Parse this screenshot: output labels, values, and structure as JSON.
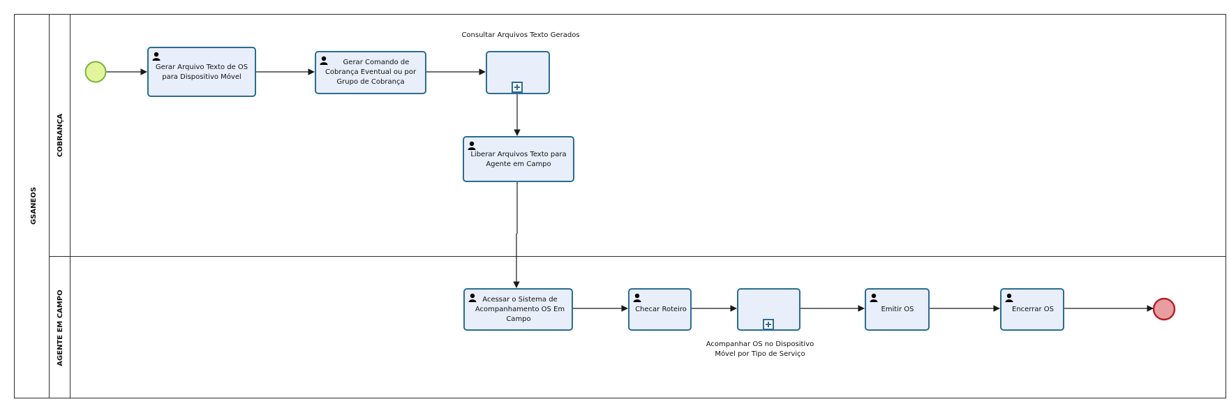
{
  "pool": {
    "label": "GSANEOS"
  },
  "lanes": [
    {
      "label": "COBRANÇA"
    },
    {
      "label": "AGENTE EM CAMPO"
    }
  ],
  "tasks": {
    "gerar_arquivo": [
      "Gerar Arquivo Texto de OS",
      "para Dispositivo Móvel"
    ],
    "gerar_comando": [
      "Gerar Comando de",
      "Cobrança Eventual ou por",
      "Grupo de Cobrança"
    ],
    "consultar": [
      "Consultar Arquivos Texto Gerados"
    ],
    "liberar": [
      "Liberar Arquivos Texto para",
      "Agente em Campo"
    ],
    "acessar": [
      "Acessar o Sistema de",
      "Acompanhamento OS Em",
      "Campo"
    ],
    "checar": [
      "Checar Roteiro"
    ],
    "acompanhar": [
      "Acompanhar OS no Dispositivo",
      "Móvel por Tipo de Serviço"
    ],
    "emitir": [
      "Emitir OS"
    ],
    "encerrar": [
      "Encerrar OS"
    ]
  },
  "colors": {
    "start_fill": "#e3f59a",
    "start_stroke": "#7ab43c",
    "end_fill": "#e89ea0",
    "end_stroke": "#b12329",
    "task_fill": "#e8eefa",
    "task_stroke": "#2a6c93"
  },
  "icons": {
    "task": "user-icon",
    "subprocess": "plus-square-icon"
  }
}
